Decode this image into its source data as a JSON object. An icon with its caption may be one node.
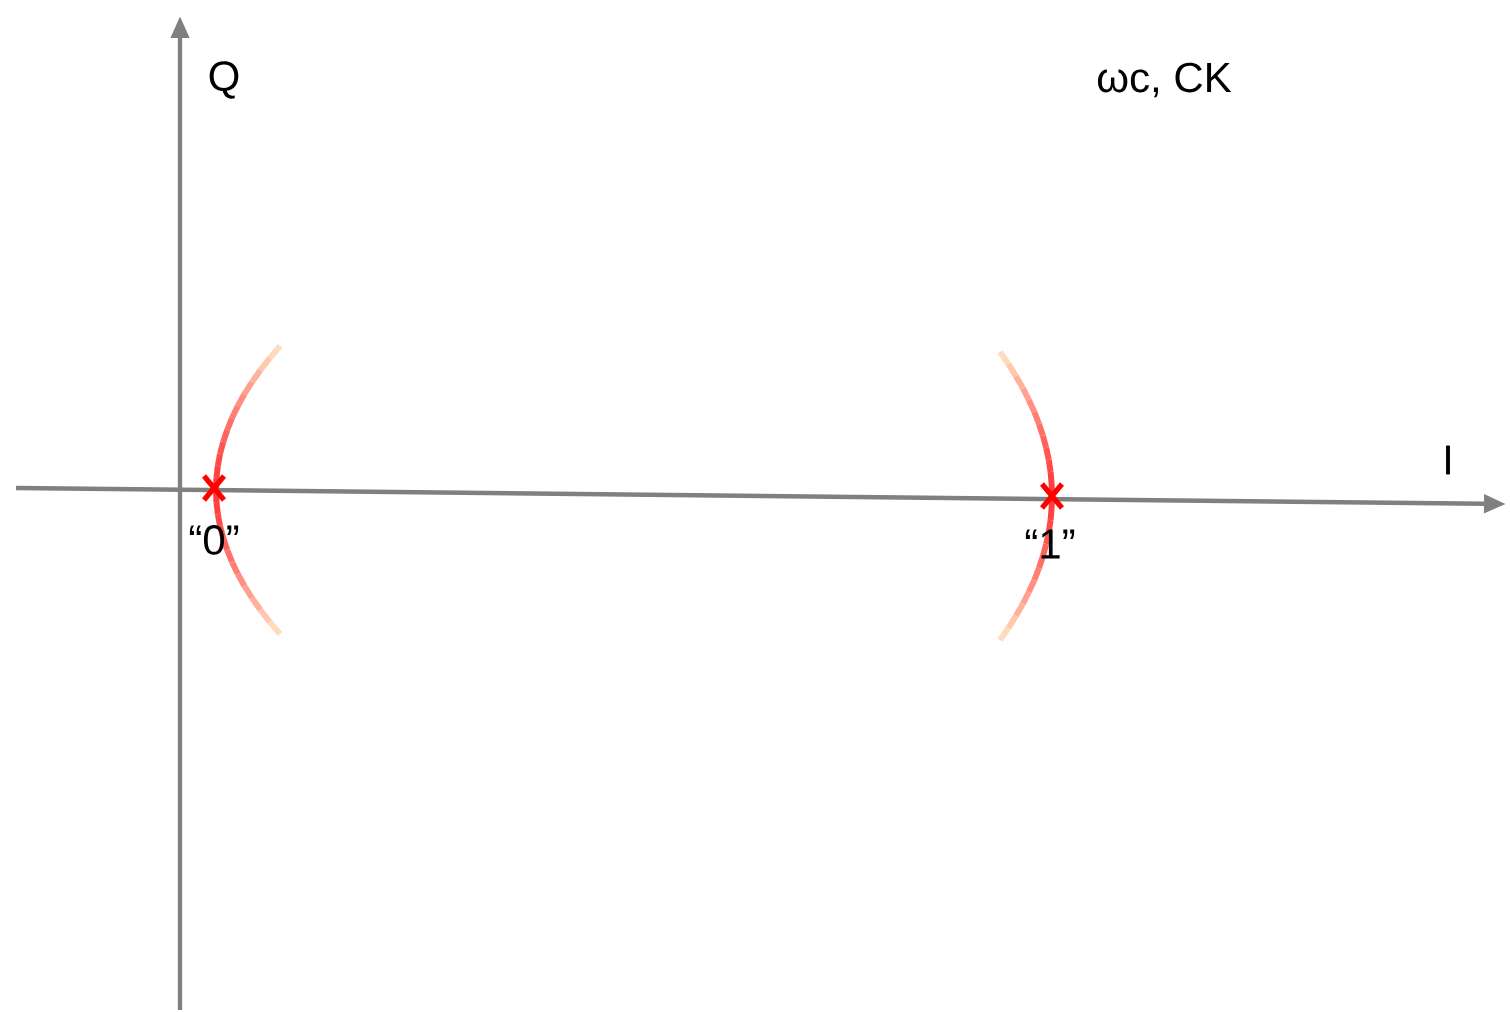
{
  "diagram": {
    "labels": [
      "Q",
      "ωc, CK",
      "I",
      "“0”",
      "“1”"
    ]
  }
}
